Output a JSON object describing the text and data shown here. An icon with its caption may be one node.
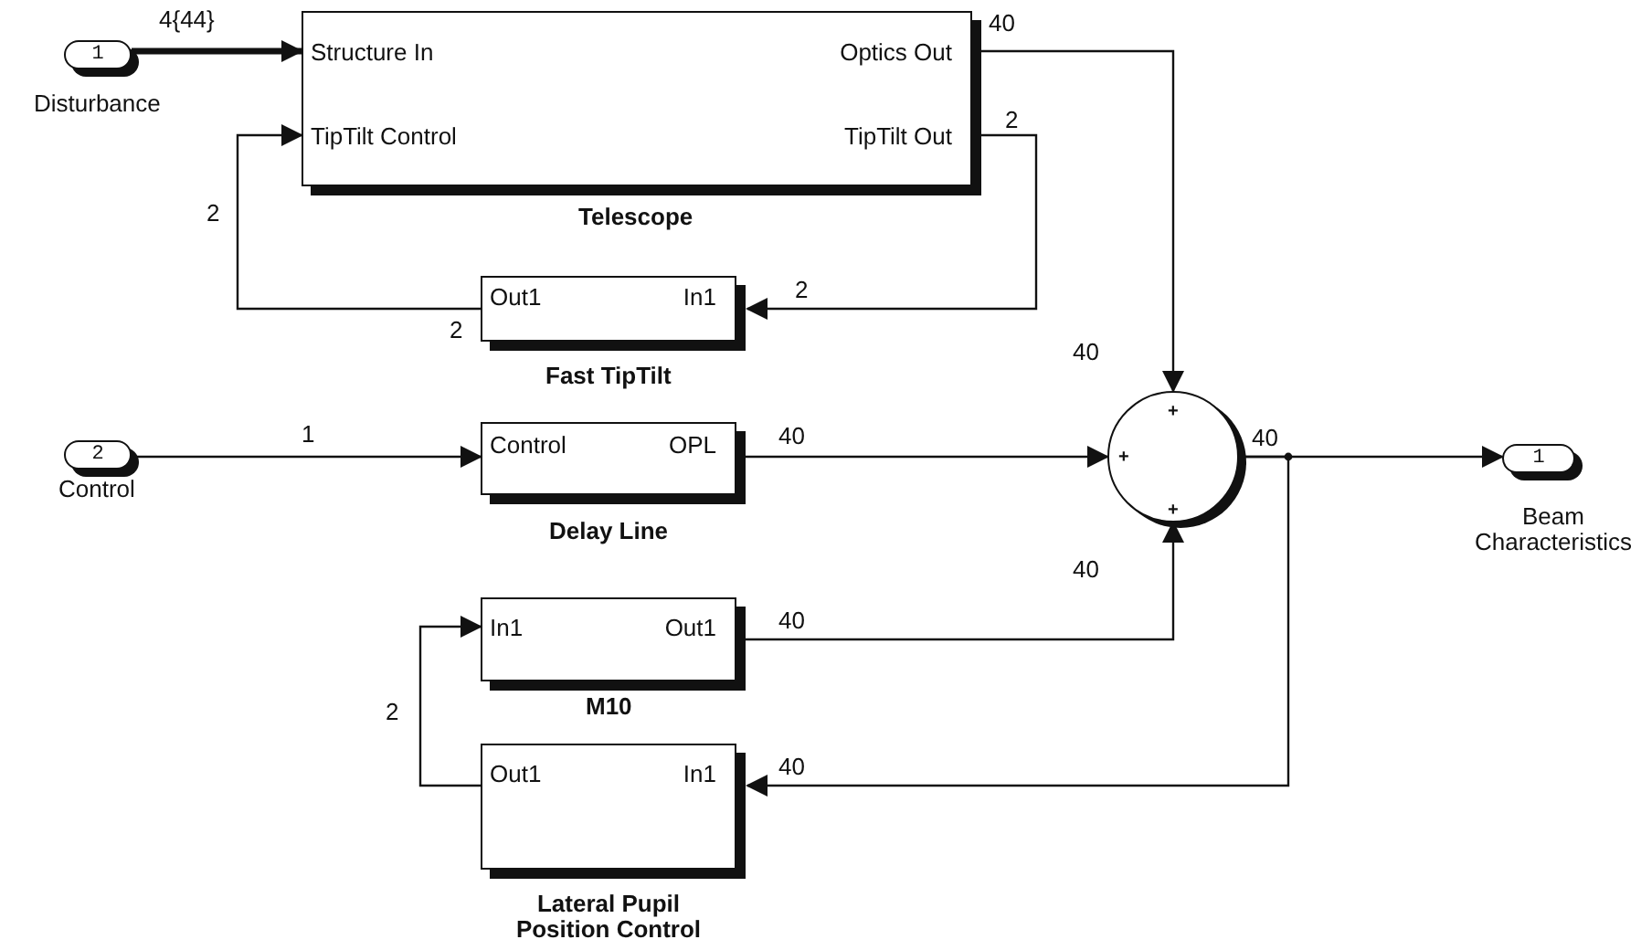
{
  "diagram": {
    "nodes": [
      {
        "text": [
          "1"
        ],
        "beside": [
          "Disturbance"
        ]
      },
      {
        "text": [
          "Structure In",
          "TipTilt Control",
          "Optics Out",
          "TipTilt Out"
        ],
        "beside": [
          "Telescope"
        ]
      },
      {
        "text": [
          "Out1",
          "In1"
        ],
        "beside": [
          "Fast TipTilt"
        ]
      },
      {
        "text": [
          "2"
        ],
        "beside": [
          "Control"
        ]
      },
      {
        "text": [
          "Control",
          "OPL"
        ],
        "beside": [
          "Delay Line"
        ]
      },
      {
        "text": [
          "+",
          "+",
          "+"
        ]
      },
      {
        "text": [
          "1"
        ],
        "beside": [
          "Beam Characteristics"
        ]
      },
      {
        "text": [
          "In1",
          "Out1"
        ],
        "beside": [
          "M10"
        ]
      },
      {
        "text": [
          "Out1",
          "In1"
        ],
        "beside": [
          "Lateral Pupil Position Control"
        ]
      }
    ],
    "edges": [
      {
        "from": 0,
        "to": 1,
        "arrow": "to",
        "label": "4{44}",
        "style": "thick"
      },
      {
        "from": 1,
        "to": 5,
        "arrow": "to",
        "label": "40"
      },
      {
        "from": 1,
        "to": 2,
        "arrow": "to",
        "label": "2"
      },
      {
        "from": 2,
        "to": 1,
        "arrow": "to",
        "label": "2"
      },
      {
        "from": 3,
        "to": 4,
        "arrow": "to",
        "label": "1"
      },
      {
        "from": 4,
        "to": 5,
        "arrow": "to",
        "label": "40"
      },
      {
        "from": 7,
        "to": 5,
        "arrow": "to",
        "label": "40"
      },
      {
        "from": 5,
        "to": 6,
        "arrow": "to",
        "label": "40"
      },
      {
        "from": 5,
        "to": 8,
        "arrow": "to",
        "label": "40"
      },
      {
        "from": 8,
        "to": 7,
        "arrow": "to",
        "label": "2"
      }
    ],
    "labels": [
      "2",
      "2",
      "40",
      "40"
    ]
  }
}
